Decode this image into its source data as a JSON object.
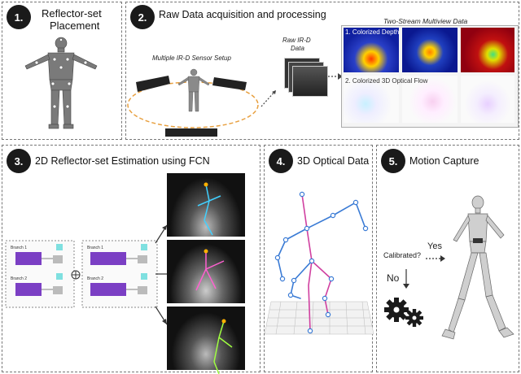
{
  "panels": {
    "p1": {
      "number": "1.",
      "title_line1": "Reflector-set",
      "title_line2": "Placement"
    },
    "p2": {
      "number": "2.",
      "title": "Raw Data acquisition and processing",
      "sensor_label": "Multiple IR-D Sensor Setup",
      "raw_label_line1": "Raw IR-D",
      "raw_label_line2": "Data",
      "twostream_label": "Two-Stream Multiview Data",
      "depth_label": "1. Colorized Depth",
      "flow_label": "2. Colorized 3D Optical Flow"
    },
    "p3": {
      "number": "3.",
      "title": "2D Reflector-set Estimation using FCN",
      "branch1": "Branch 1",
      "branch2": "Branch 2"
    },
    "p4": {
      "number": "4.",
      "title": "3D Optical Data"
    },
    "p5": {
      "number": "5.",
      "title": "Motion Capture",
      "question": "Calibrated?",
      "yes": "Yes",
      "no": "No"
    }
  },
  "colors": {
    "badge": "#1a1a1a",
    "dashed_ellipse": "#e8a040",
    "block_purple": "#7b3fc4",
    "joint_blue": "#3a7bd5",
    "limb_magenta": "#d040a0"
  }
}
